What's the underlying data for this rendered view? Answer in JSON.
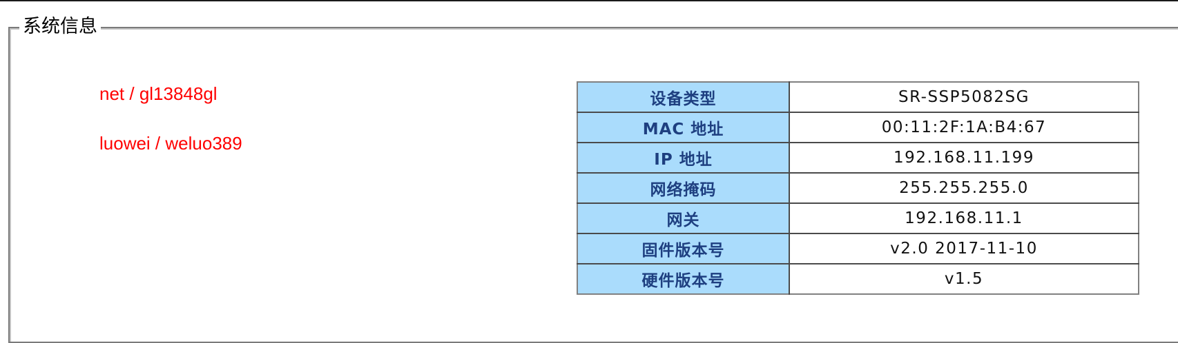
{
  "fieldset": {
    "legend": "系统信息"
  },
  "credentials": [
    {
      "text": "net / gl13848gl"
    },
    {
      "text": "luowei / weluo389"
    }
  ],
  "colors": {
    "label_bg": "#aadcfc",
    "label_text": "#1e3f80",
    "credential_text": "#ff0000"
  },
  "info_table": {
    "rows": [
      {
        "label": "设备类型",
        "value": "SR-SSP5082SG"
      },
      {
        "label": "MAC 地址",
        "value": "00:11:2F:1A:B4:67"
      },
      {
        "label": "IP 地址",
        "value": "192.168.11.199"
      },
      {
        "label": "网络掩码",
        "value": "255.255.255.0"
      },
      {
        "label": "网关",
        "value": "192.168.11.1"
      },
      {
        "label": "固件版本号",
        "value": "v2.0 2017-11-10"
      },
      {
        "label": "硬件版本号",
        "value": "v1.5"
      }
    ]
  }
}
